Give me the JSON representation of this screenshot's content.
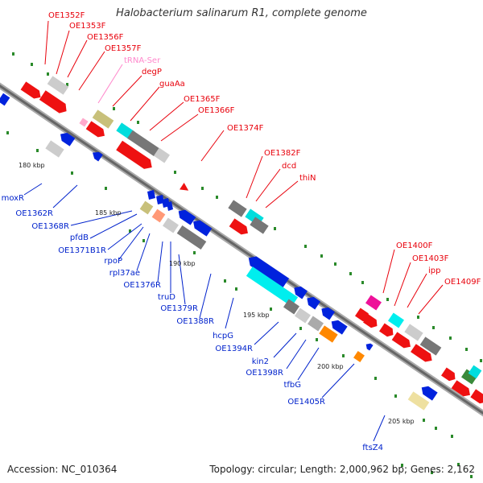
{
  "title": "Halobacterium salinarum R1, complete genome",
  "accession_text": "Accession: NC_010364",
  "topology_text": "Topology: circular; Length: 2,000,962 bp; Genes: 2,162",
  "colors": {
    "forward_label": "#e8000b",
    "reverse_label": "#0022cc",
    "trna_label": "#ff88cc",
    "backbone": "#888888",
    "tick": "#2a8a2a"
  },
  "scale_ticks": [
    "180 kbp",
    "185 kbp",
    "190 kbp",
    "195 kbp",
    "200 kbp",
    "205 kbp"
  ],
  "forward_labels": [
    "OE1352F",
    "OE1353F",
    "OE1356F",
    "OE1357F",
    "tRNA-Ser",
    "degP",
    "guaAa",
    "OE1365F",
    "OE1366F",
    "OE1374F",
    "OE1382F",
    "dcd",
    "thiN",
    "OE1400F",
    "OE1403F",
    "ipp",
    "OE1409F"
  ],
  "reverse_labels": [
    "moxR",
    "OE1362R",
    "OE1368R",
    "pfdB",
    "OE1371B1R",
    "rpoP",
    "rpl37ae",
    "OE1376R",
    "truD",
    "OE1379R",
    "OE1388R",
    "hcpG",
    "OE1394R",
    "kin2",
    "OE1398R",
    "tfbG",
    "OE1405R",
    "ftsZ4"
  ]
}
